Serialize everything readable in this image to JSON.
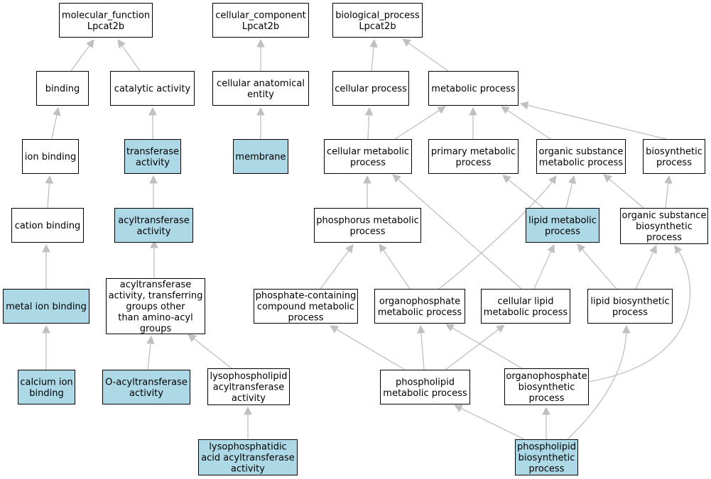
{
  "colors": {
    "highlight": "#add8e6",
    "plain": "#ffffff",
    "border": "#000000",
    "edge": "#c0c0c0"
  },
  "nodes": [
    {
      "id": "n_mf",
      "label": [
        "molecular_function",
        "Lpcat2b"
      ],
      "highlight": false
    },
    {
      "id": "n_cc",
      "label": [
        "cellular_component",
        "Lpcat2b"
      ],
      "highlight": false
    },
    {
      "id": "n_bp",
      "label": [
        "biological_process",
        "Lpcat2b"
      ],
      "highlight": false
    },
    {
      "id": "n_binding",
      "label": [
        "binding"
      ],
      "highlight": false
    },
    {
      "id": "n_catalytic",
      "label": [
        "catalytic activity"
      ],
      "highlight": false
    },
    {
      "id": "n_cae",
      "label": [
        "cellular anatomical",
        "entity"
      ],
      "highlight": false
    },
    {
      "id": "n_cellproc",
      "label": [
        "cellular process"
      ],
      "highlight": false
    },
    {
      "id": "n_metproc",
      "label": [
        "metabolic process"
      ],
      "highlight": false
    },
    {
      "id": "n_ionbinding",
      "label": [
        "ion binding"
      ],
      "highlight": false
    },
    {
      "id": "n_transferase",
      "label": [
        "transferase",
        "activity"
      ],
      "highlight": true
    },
    {
      "id": "n_membrane",
      "label": [
        "membrane"
      ],
      "highlight": true
    },
    {
      "id": "n_cellmet",
      "label": [
        "cellular metabolic",
        "process"
      ],
      "highlight": false
    },
    {
      "id": "n_primmet",
      "label": [
        "primary metabolic",
        "process"
      ],
      "highlight": false
    },
    {
      "id": "n_orgsubmet",
      "label": [
        "organic substance",
        "metabolic process"
      ],
      "highlight": false
    },
    {
      "id": "n_biosyn",
      "label": [
        "biosynthetic",
        "process"
      ],
      "highlight": false
    },
    {
      "id": "n_cation",
      "label": [
        "cation binding"
      ],
      "highlight": false
    },
    {
      "id": "n_acyltrans",
      "label": [
        "acyltransferase",
        "activity"
      ],
      "highlight": true
    },
    {
      "id": "n_phosmet",
      "label": [
        "phosphorus metabolic",
        "process"
      ],
      "highlight": false
    },
    {
      "id": "n_lipidmet",
      "label": [
        "lipid metabolic",
        "process"
      ],
      "highlight": true
    },
    {
      "id": "n_orgsubbiosyn",
      "label": [
        "organic substance",
        "biosynthetic",
        "process"
      ],
      "highlight": false
    },
    {
      "id": "n_metalion",
      "label": [
        "metal ion binding"
      ],
      "highlight": true
    },
    {
      "id": "n_acyltransother",
      "label": [
        "acyltransferase",
        "activity, transferring",
        "groups other",
        "than amino-acyl",
        "groups"
      ],
      "highlight": false
    },
    {
      "id": "n_phoscont",
      "label": [
        "phosphate-containing",
        "compound metabolic",
        "process"
      ],
      "highlight": false
    },
    {
      "id": "n_orgphosmet",
      "label": [
        "organophosphate",
        "metabolic process"
      ],
      "highlight": false
    },
    {
      "id": "n_celllipid",
      "label": [
        "cellular lipid",
        "metabolic process"
      ],
      "highlight": false
    },
    {
      "id": "n_lipidbiosyn",
      "label": [
        "lipid biosynthetic",
        "process"
      ],
      "highlight": false
    },
    {
      "id": "n_calcium",
      "label": [
        "calcium ion",
        "binding"
      ],
      "highlight": true
    },
    {
      "id": "n_oacyl",
      "label": [
        "O-acyltransferase",
        "activity"
      ],
      "highlight": true
    },
    {
      "id": "n_lysoacyl",
      "label": [
        "lysophospholipid",
        "acyltransferase",
        "activity"
      ],
      "highlight": false
    },
    {
      "id": "n_phlipmet",
      "label": [
        "phospholipid",
        "metabolic process"
      ],
      "highlight": false
    },
    {
      "id": "n_orgphosbiosyn",
      "label": [
        "organophosphate",
        "biosynthetic",
        "process"
      ],
      "highlight": false
    },
    {
      "id": "n_lpaat",
      "label": [
        "lysophosphatidic",
        "acid acyltransferase",
        "activity"
      ],
      "highlight": true
    },
    {
      "id": "n_phlipbiosyn",
      "label": [
        "phospholipid",
        "biosynthetic",
        "process"
      ],
      "highlight": true
    }
  ],
  "edges": [
    {
      "from": "n_binding",
      "to": "n_mf"
    },
    {
      "from": "n_catalytic",
      "to": "n_mf"
    },
    {
      "from": "n_cae",
      "to": "n_cc"
    },
    {
      "from": "n_cellproc",
      "to": "n_bp"
    },
    {
      "from": "n_metproc",
      "to": "n_bp"
    },
    {
      "from": "n_ionbinding",
      "to": "n_binding"
    },
    {
      "from": "n_transferase",
      "to": "n_catalytic"
    },
    {
      "from": "n_membrane",
      "to": "n_cae"
    },
    {
      "from": "n_cellmet",
      "to": "n_cellproc"
    },
    {
      "from": "n_cellmet",
      "to": "n_metproc"
    },
    {
      "from": "n_primmet",
      "to": "n_metproc"
    },
    {
      "from": "n_orgsubmet",
      "to": "n_metproc"
    },
    {
      "from": "n_biosyn",
      "to": "n_metproc"
    },
    {
      "from": "n_cation",
      "to": "n_ionbinding"
    },
    {
      "from": "n_acyltrans",
      "to": "n_transferase"
    },
    {
      "from": "n_phosmet",
      "to": "n_cellmet"
    },
    {
      "from": "n_lipidmet",
      "to": "n_primmet"
    },
    {
      "from": "n_lipidmet",
      "to": "n_orgsubmet"
    },
    {
      "from": "n_orgsubbiosyn",
      "to": "n_orgsubmet"
    },
    {
      "from": "n_orgsubbiosyn",
      "to": "n_biosyn"
    },
    {
      "from": "n_metalion",
      "to": "n_cation"
    },
    {
      "from": "n_acyltransother",
      "to": "n_acyltrans"
    },
    {
      "from": "n_phoscont",
      "to": "n_phosmet"
    },
    {
      "from": "n_orgphosmet",
      "to": "n_phosmet"
    },
    {
      "from": "n_orgphosmet",
      "to": "n_orgsubmet"
    },
    {
      "from": "n_celllipid",
      "to": "n_cellmet"
    },
    {
      "from": "n_celllipid",
      "to": "n_lipidmet"
    },
    {
      "from": "n_lipidbiosyn",
      "to": "n_lipidmet"
    },
    {
      "from": "n_lipidbiosyn",
      "to": "n_orgsubbiosyn"
    },
    {
      "from": "n_calcium",
      "to": "n_metalion"
    },
    {
      "from": "n_oacyl",
      "to": "n_acyltransother"
    },
    {
      "from": "n_lysoacyl",
      "to": "n_acyltransother"
    },
    {
      "from": "n_phlipmet",
      "to": "n_phoscont"
    },
    {
      "from": "n_phlipmet",
      "to": "n_orgphosmet"
    },
    {
      "from": "n_phlipmet",
      "to": "n_celllipid"
    },
    {
      "from": "n_orgphosbiosyn",
      "to": "n_orgphosmet"
    },
    {
      "from": "n_orgphosbiosyn",
      "to": "n_orgsubbiosyn"
    },
    {
      "from": "n_lpaat",
      "to": "n_lysoacyl"
    },
    {
      "from": "n_phlipbiosyn",
      "to": "n_phlipmet"
    },
    {
      "from": "n_phlipbiosyn",
      "to": "n_orgphosbiosyn"
    },
    {
      "from": "n_phlipbiosyn",
      "to": "n_lipidbiosyn"
    }
  ]
}
